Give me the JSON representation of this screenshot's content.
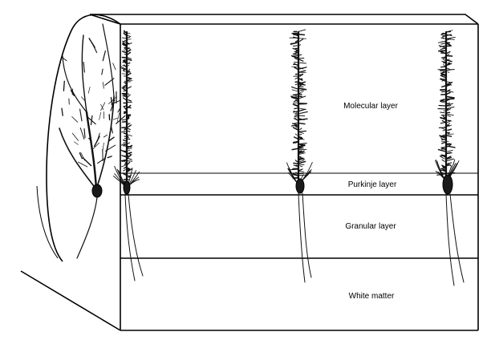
{
  "layers": {
    "molecular": "Molecular layer",
    "purkinje": "Purkinje layer",
    "granular": "Granular layer",
    "white_matter": "White matter"
  },
  "colors": {
    "ink": "#000000",
    "background": "#ffffff"
  }
}
